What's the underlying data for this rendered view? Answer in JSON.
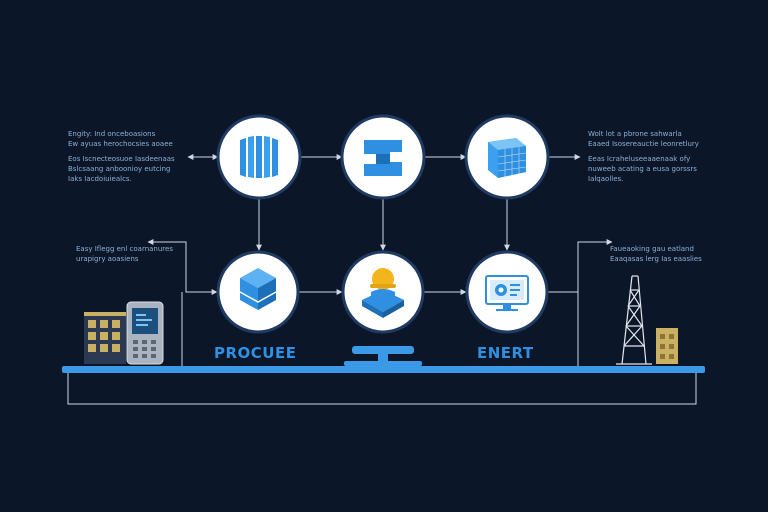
{
  "colors": {
    "background": "#0b1628",
    "node_fill": "#ffffff",
    "node_ring": "#1f3b62",
    "line": "#cfd8e4",
    "accent": "#2f8fe0",
    "platform": "#3a9ae8",
    "text": "#8fb0d4",
    "building": "#c9b062",
    "phone": "#aab4c0"
  },
  "nodes": [
    {
      "id": "node-1",
      "icon": "columns-icon"
    },
    {
      "id": "node-2",
      "icon": "puzzle-icon"
    },
    {
      "id": "node-3",
      "icon": "cube-grid-icon"
    },
    {
      "id": "node-4",
      "icon": "stack-box-icon"
    },
    {
      "id": "node-5",
      "icon": "worker-icon"
    },
    {
      "id": "node-6",
      "icon": "monitor-icon"
    }
  ],
  "labels": {
    "procure": "PROCUEE",
    "enert": "ENERT"
  },
  "annotations": {
    "top_left_1": "Engity: Ind onceboasions\nEw ayuas herochocsies aoaee",
    "top_left_2": "Eos Iscnecteosuoe Iasdeenaas\nBslcsaang anboonioy eutcing\nIaks Iacdoiuiealcs.",
    "top_right_1": "Wolt lot a pbrone sahwarla\nEaaed Isosereauctie leonretlury",
    "top_right_2": "Eeas Icraheluseeaaenaak ofy\nnuweeb acating a eusa gorssrs\nIalqaolles.",
    "mid_left": "Easy Iflegg enl coarnanures\nurapigry aoasiens",
    "mid_right": "Faueaoking gau eatland\nEaaqasas lerg Ias eaaslies"
  }
}
